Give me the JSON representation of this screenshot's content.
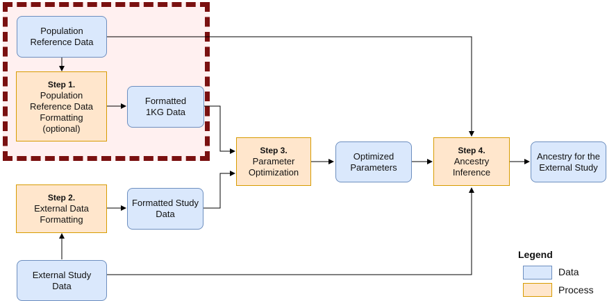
{
  "nodes": {
    "pop_ref": {
      "lines": [
        "Population",
        "Reference Data"
      ]
    },
    "step1": {
      "title": "Step 1.",
      "lines": [
        "Population",
        "Reference Data",
        "Formatting",
        "(optional)"
      ]
    },
    "fmt_1kg": {
      "lines": [
        "Formatted",
        "1KG Data"
      ]
    },
    "step2": {
      "title": "Step 2.",
      "lines": [
        "External Data",
        "Formatting"
      ]
    },
    "fmt_study": {
      "lines": [
        "Formatted Study",
        "Data"
      ]
    },
    "ext_study": {
      "lines": [
        "External Study",
        "Data"
      ]
    },
    "step3": {
      "title": "Step 3.",
      "lines": [
        "Parameter",
        "Optimization"
      ]
    },
    "opt_params": {
      "lines": [
        "Optimized",
        "Parameters"
      ]
    },
    "step4": {
      "title": "Step 4.",
      "lines": [
        "Ancestry",
        "Inference"
      ]
    },
    "ancestry_out": {
      "lines": [
        "Ancestry for the",
        "External Study"
      ]
    }
  },
  "legend": {
    "title": "Legend",
    "data_label": "Data",
    "process_label": "Process"
  },
  "colors": {
    "data_fill": "#dae8fc",
    "data_stroke": "#6c8ebf",
    "process_fill": "#ffe6cc",
    "process_stroke": "#d79b00",
    "group_fill": "#fff0f0",
    "group_stroke": "#7a1010"
  }
}
